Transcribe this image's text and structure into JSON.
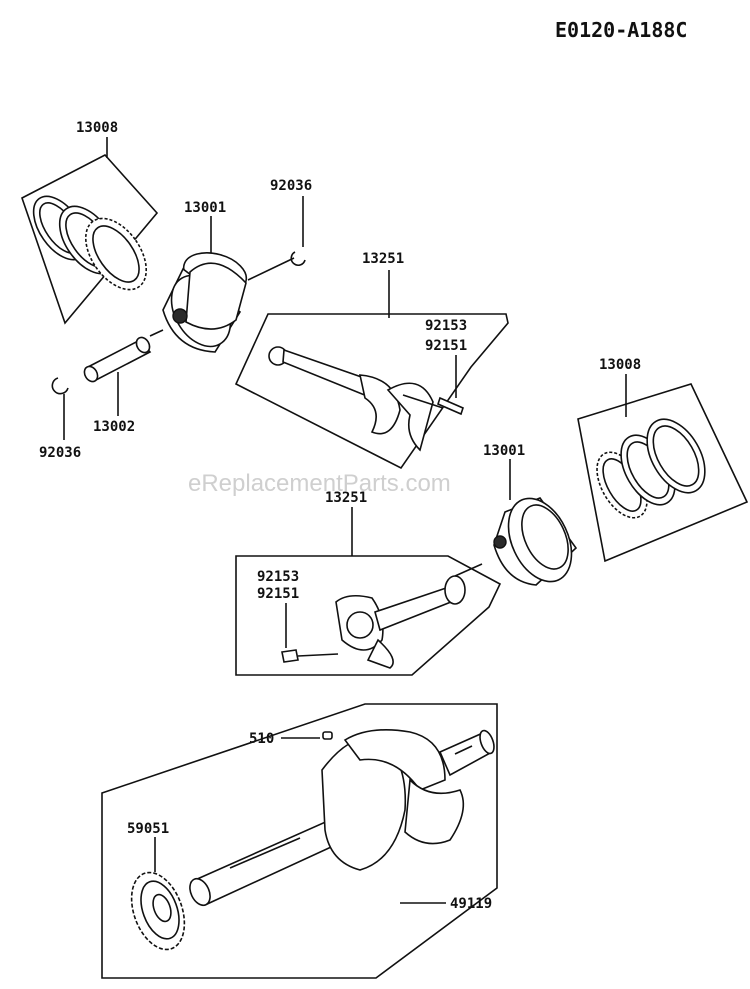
{
  "diagram_code": "E0120-A188C",
  "watermark": "eReplacementParts.com",
  "callouts": {
    "rings_top": "13008",
    "piston_top": "13001",
    "clip_top": "92036",
    "rod_top": "13251",
    "bolt_top_a": "92153",
    "bolt_top_b": "92151",
    "pin": "13002",
    "clip_left": "92036",
    "rings_right": "13008",
    "piston_mid": "13001",
    "rod_mid": "13251",
    "bolt_mid_a": "92153",
    "bolt_mid_b": "92151",
    "key": "510",
    "gear": "59051",
    "crankshaft": "49119"
  }
}
